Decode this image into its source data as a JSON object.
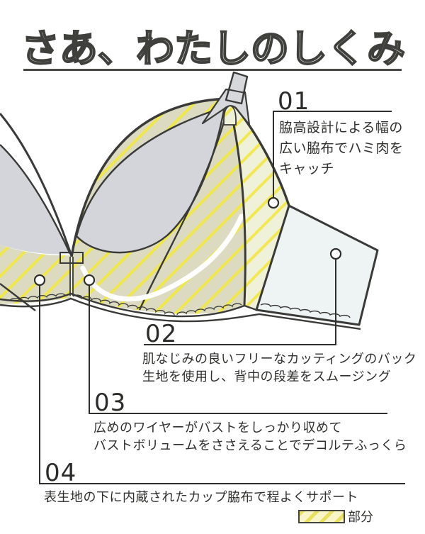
{
  "title": "さあ、わたしのしくみ",
  "callouts": [
    {
      "number": "01",
      "lines": [
        "脇高設計による幅の",
        "広い脇布でハミ肉を",
        "キャッチ"
      ]
    },
    {
      "number": "02",
      "lines": [
        "肌なじみの良いフリーなカッティングのバック",
        "生地を使用し、背中の段差をスムージング"
      ]
    },
    {
      "number": "03",
      "lines": [
        "広めのワイヤーがバストをしっかり収めて",
        "バストボリュームをささえることでデコルテふっくら"
      ]
    },
    {
      "number": "04",
      "lines": [
        "表生地の下に内蔵されたカップ脇布で程よくサポート"
      ]
    }
  ],
  "legend": {
    "label": "部分",
    "swatch": "yellow-diagonal-hatch"
  },
  "colors": {
    "line": "#3a3a38",
    "cup_gray": "#d3d5da",
    "hatch_base_olive": "#dcdbc2",
    "hatch_stripe_yellow": "#f0e748",
    "side_panel_base": "#f0f1d9",
    "back_wing": "#edf4f3",
    "legend_base": "#f9f5c8",
    "legend_stripe": "#e9e05e",
    "wire_highlight": "#ffffff"
  }
}
